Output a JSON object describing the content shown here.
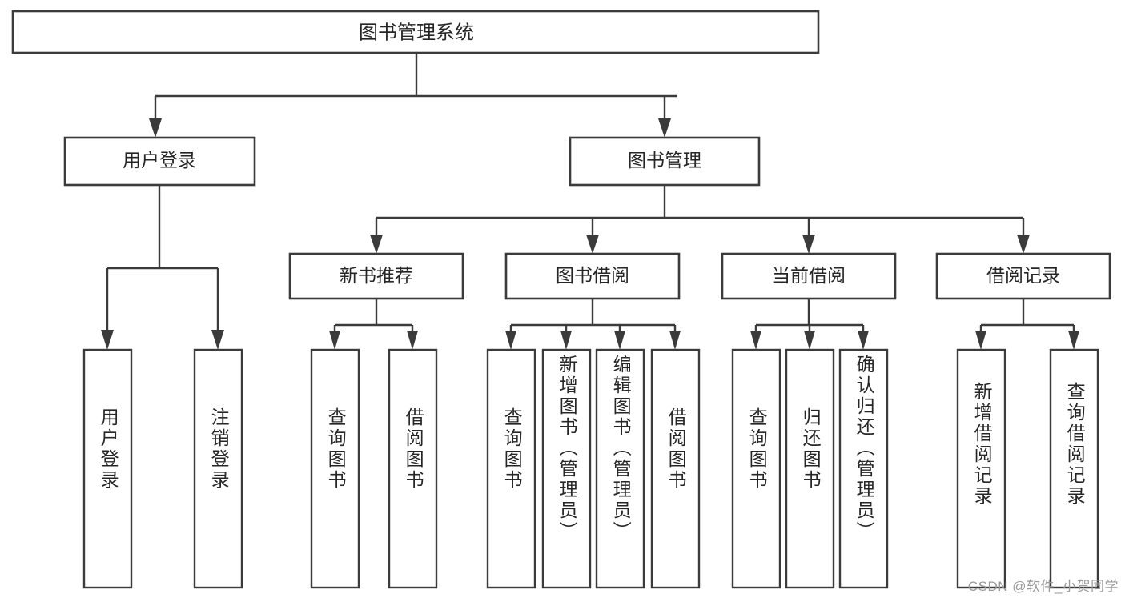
{
  "diagram": {
    "type": "tree-hierarchy-chart",
    "title": "图书管理系统",
    "watermark": "CSDN @软件_小贺同学",
    "colors": {
      "stroke": "#3b3b3b",
      "fill": "#ffffff",
      "text": "#262626",
      "watermark": "#9a9a9a"
    },
    "root": {
      "label": "图书管理系统"
    },
    "level1": [
      {
        "label": "用户登录"
      },
      {
        "label": "图书管理"
      }
    ],
    "level2": [
      {
        "label": "新书推荐"
      },
      {
        "label": "图书借阅"
      },
      {
        "label": "当前借阅"
      },
      {
        "label": "借阅记录"
      }
    ],
    "leaves": {
      "user_login": [
        {
          "label": "用户登录"
        },
        {
          "label": "注销登录"
        }
      ],
      "new_book_recommend": [
        {
          "label": "查询图书"
        },
        {
          "label": "借阅图书"
        }
      ],
      "book_borrow": [
        {
          "label": "查询图书"
        },
        {
          "label": "新增图书（管理员）"
        },
        {
          "label": "编辑图书（管理员）"
        },
        {
          "label": "借阅图书"
        }
      ],
      "current_borrow": [
        {
          "label": "查询图书"
        },
        {
          "label": "归还图书"
        },
        {
          "label": "确认归还（管理员）"
        }
      ],
      "borrow_records": [
        {
          "label": "新增借阅记录"
        },
        {
          "label": "查询借阅记录"
        }
      ]
    }
  }
}
